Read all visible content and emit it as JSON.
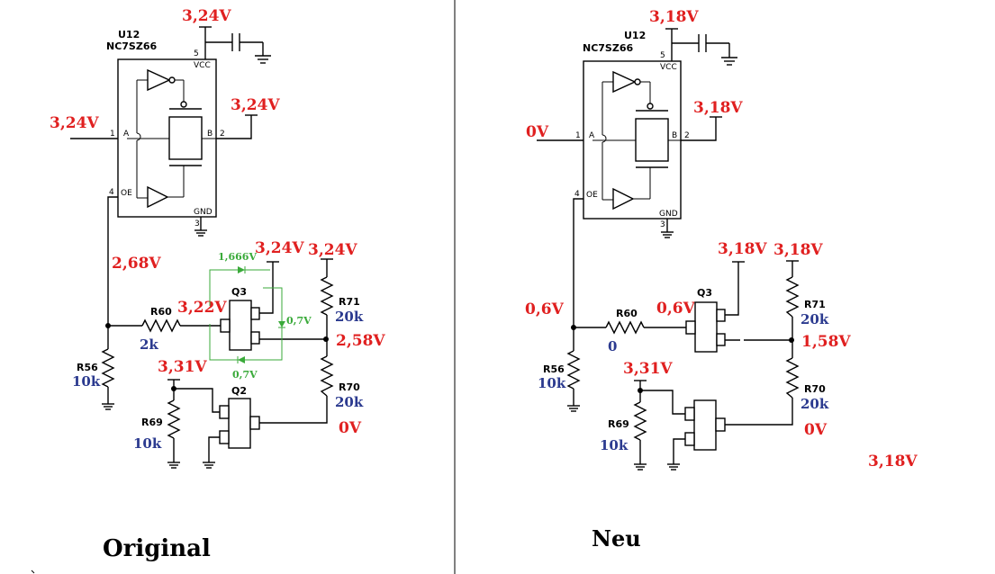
{
  "original": {
    "title": "Original",
    "ic_name": "U12",
    "ic_part": "NC7SZ66",
    "pin_vcc_num": "5",
    "pin_vcc": "VCC",
    "pin_a_num": "1",
    "pin_a": "A",
    "pin_b": "B",
    "pin_b_num": "2",
    "pin_oe_num": "4",
    "pin_oe": "OE",
    "pin_gnd": "GND",
    "pin_gnd_num": "3",
    "v_vcc": "3,24V",
    "v_a": "3,24V",
    "v_b": "3,24V",
    "v_oe": "2,68V",
    "v_q3_top": "3,24V",
    "v_r71_top": "3,24V",
    "v_diode_top": "1,666V",
    "v_diode_right": "0,7V",
    "v_diode_bottom": "0,7V",
    "v_q3_gate": "3,22V",
    "v_mid": "2,58V",
    "v_q2": "3,31V",
    "v_bottom": "0V",
    "r60": "R60",
    "r60_val": "2k",
    "r56": "R56",
    "r56_val": "10k",
    "r69": "R69",
    "r69_val": "10k",
    "r71": "R71",
    "r71_val": "20k",
    "r70": "R70",
    "r70_val": "20k",
    "q3": "Q3",
    "q2": "Q2"
  },
  "neu": {
    "title": "Neu",
    "ic_name": "U12",
    "ic_part": "NC7SZ66",
    "pin_vcc_num": "5",
    "pin_vcc": "VCC",
    "pin_a_num": "1",
    "pin_a": "A",
    "pin_b": "B",
    "pin_b_num": "2",
    "pin_oe_num": "4",
    "pin_oe": "OE",
    "pin_gnd": "GND",
    "pin_gnd_num": "3",
    "v_vcc": "3,18V",
    "v_a": "0V",
    "v_b": "3,18V",
    "v_oe": "0,6V",
    "v_q3_top": "3,18V",
    "v_r71_top": "3,18V",
    "v_q3_gate": "0,6V",
    "v_mid": "1,58V",
    "v_q2": "3,31V",
    "v_bottom": "0V",
    "v_extra": "3,18V",
    "r60": "R60",
    "r60_val": "0",
    "r56": "R56",
    "r56_val": "10k",
    "r69": "R69",
    "r69_val": "10k",
    "r71": "R71",
    "r71_val": "20k",
    "r70": "R70",
    "r70_val": "20k",
    "q3": "Q3"
  },
  "colors": {
    "voltage": "#e02020",
    "resistor_value": "#2b3a8f",
    "diode_annotation": "#3aaa3a"
  }
}
